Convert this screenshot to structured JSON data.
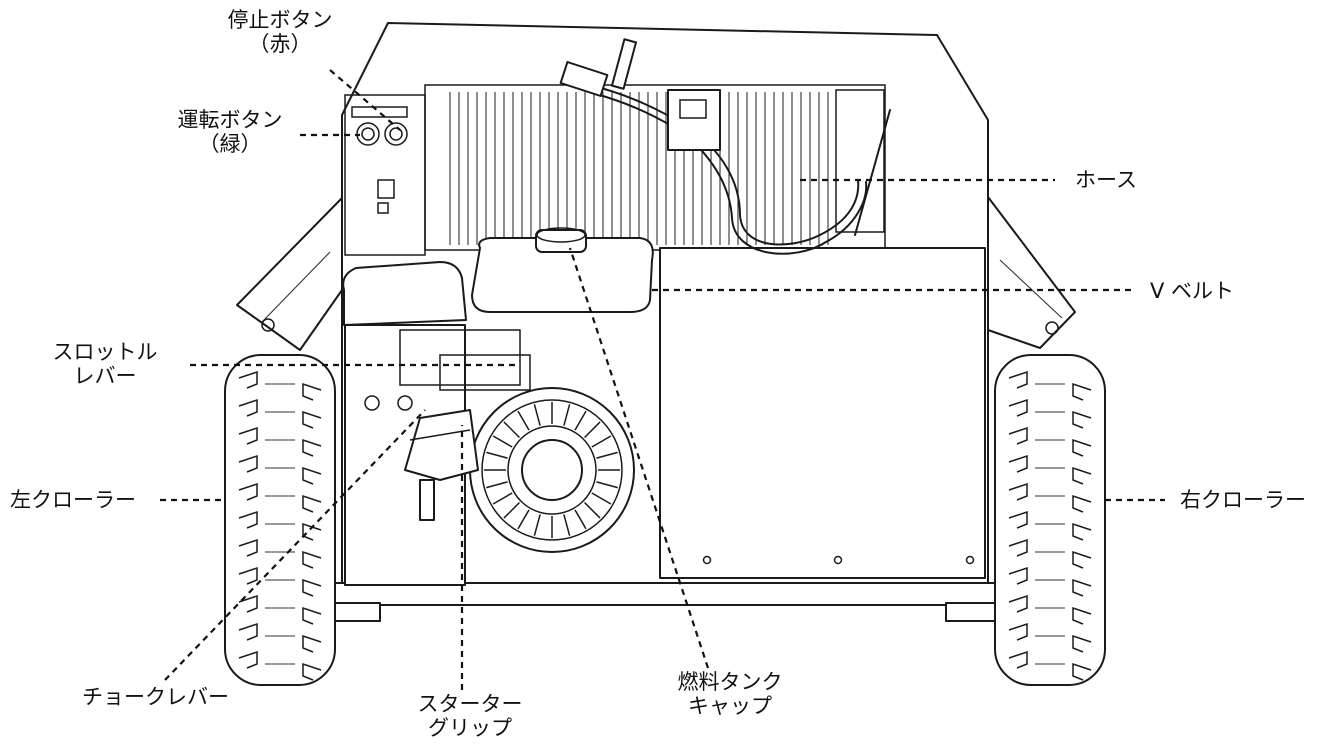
{
  "labels": {
    "stop_button": [
      "停止ボタン",
      "（赤）"
    ],
    "run_button": [
      "運転ボタン",
      "（緑）"
    ],
    "hose": "ホース",
    "v_belt": "V ベルト",
    "throttle_lever": [
      "スロットル",
      "レバー"
    ],
    "left_crawler": "左クローラー",
    "right_crawler": "右クローラー",
    "choke_lever": "チョークレバー",
    "starter_grip": [
      "スターター",
      "グリップ"
    ],
    "fuel_tank_cap": [
      "燃料タンク",
      "キャップ"
    ]
  }
}
